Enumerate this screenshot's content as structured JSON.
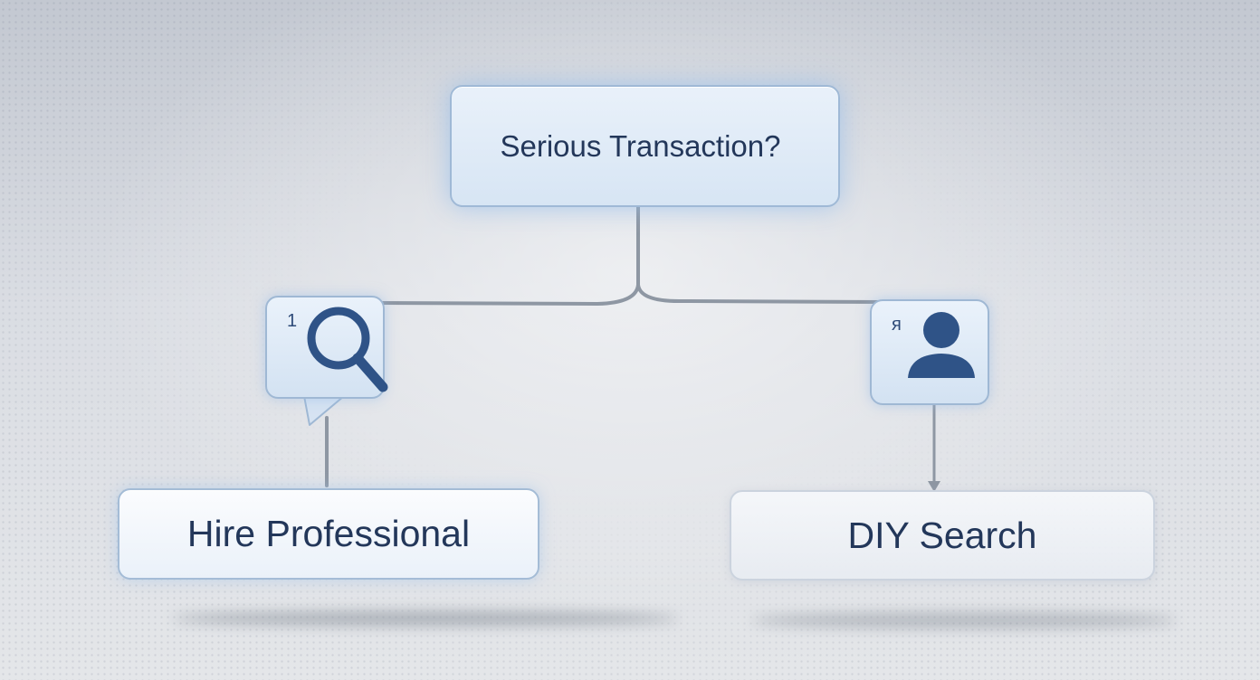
{
  "diagram": {
    "root": {
      "label": "Serious Transaction?"
    },
    "branches": [
      {
        "number": "1",
        "icon": "magnifying-glass-icon",
        "label": "Hire Professional"
      },
      {
        "number": "ᴙ",
        "icon": "person-icon",
        "label": "DIY Search"
      }
    ]
  },
  "colors": {
    "text": "#23375a",
    "icon": "#2f5387",
    "connector": "#8e97a3",
    "node_border": "#9fb9d6"
  }
}
